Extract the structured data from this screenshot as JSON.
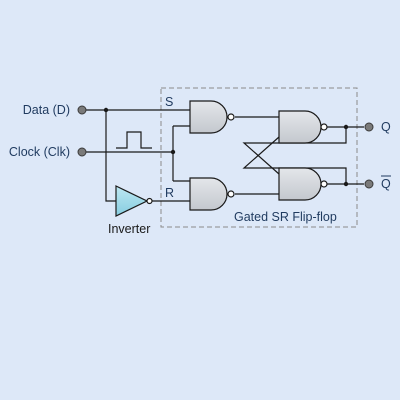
{
  "diagram": {
    "inputs": {
      "data": "Data (D)",
      "clock": "Clock (Clk)"
    },
    "gate_inputs": {
      "set": "S",
      "reset": "R"
    },
    "outputs": {
      "q": "Q",
      "q_bar": "Q"
    },
    "inverter_label": "Inverter",
    "group_label": "Gated SR Flip-flop"
  },
  "colors": {
    "background": "#dde8f8",
    "wire": "#1a1a1a",
    "gate_fill": "#d3d6db",
    "inverter_fill": "#9fd8e8",
    "io_label": "#1f3a5f",
    "group_border": "#8a8a8a"
  }
}
